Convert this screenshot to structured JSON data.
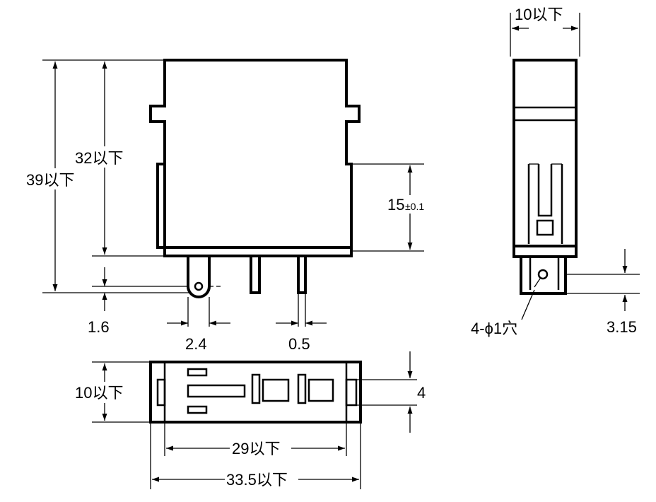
{
  "dimensions": {
    "height_total": "39以下",
    "height_body": "32以下",
    "pin_offset": "1.6",
    "pin_width": "2.4",
    "pin_thickness": "0.5",
    "pin_height": "15",
    "pin_height_tol": "±0.1",
    "depth_top": "10以下",
    "hole_spec": "4-ϕ1穴",
    "hole_height": "3.15",
    "depth_front": "10以下",
    "slot_width": "4",
    "length_inner": "29以下",
    "length_total": "33.5以下"
  },
  "colors": {
    "line": "#000000",
    "background": "#ffffff"
  }
}
